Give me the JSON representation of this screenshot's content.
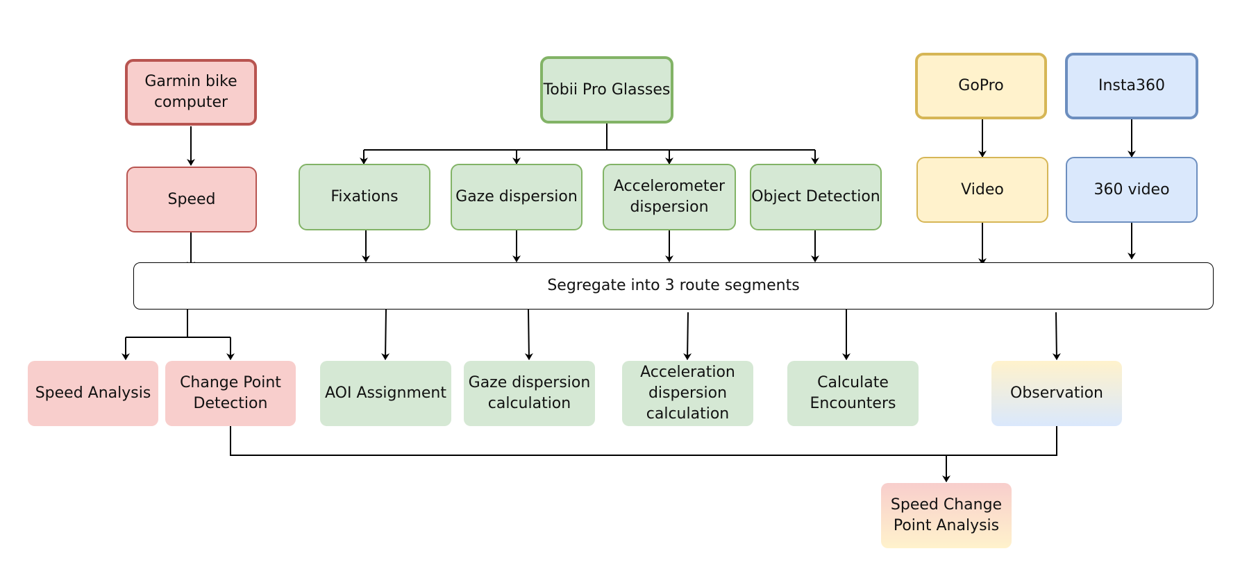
{
  "sources": {
    "garmin": "Garmin bike\ncomputer",
    "tobii": "Tobii Pro Glasses",
    "gopro": "GoPro",
    "insta": "Insta360"
  },
  "measures": {
    "speed": "Speed",
    "fixations": "Fixations",
    "gaze": "Gaze dispersion",
    "accel": "Accelerometer\ndispersion",
    "object": "Object Detection",
    "video": "Video",
    "video360": "360 video"
  },
  "segment": "Segregate into 3 route segments",
  "outputs": {
    "speed_analysis": "Speed Analysis",
    "change_point": "Change Point\nDetection",
    "aoi": "AOI Assignment",
    "gaze_calc": "Gaze dispersion\ncalculation",
    "accel_calc": "Acceleration\ndispersion\ncalculation",
    "encounters": "Calculate\nEncounters",
    "observation": "Observation"
  },
  "final": "Speed Change\nPoint Analysis"
}
